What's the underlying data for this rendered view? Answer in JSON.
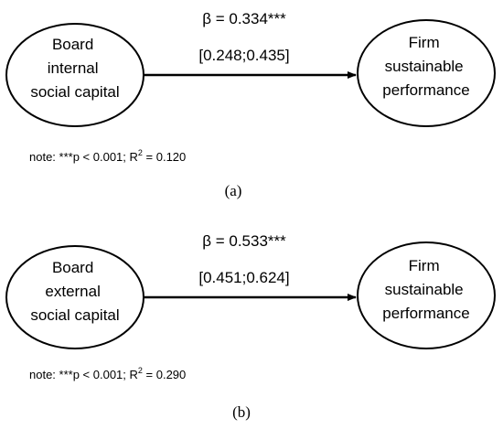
{
  "panels": [
    {
      "source_node": {
        "lines": [
          "Board",
          "internal",
          "social capital"
        ]
      },
      "target_node": {
        "lines": [
          "Firm",
          "sustainable",
          "performance"
        ]
      },
      "path": {
        "coefficient": "β = 0.334***",
        "interval": "[0.248;0.435]"
      },
      "note": {
        "prefix": "note: ***p < 0.001; R",
        "superscript": "2",
        "suffix": " = 0.120"
      },
      "caption": "(a)"
    },
    {
      "source_node": {
        "lines": [
          "Board",
          "external",
          "social capital"
        ]
      },
      "target_node": {
        "lines": [
          "Firm",
          "sustainable",
          "performance"
        ]
      },
      "path": {
        "coefficient": "β = 0.533***",
        "interval": "[0.451;0.624]"
      },
      "note": {
        "prefix": "note: ***p < 0.001; R",
        "superscript": "2",
        "suffix": " = 0.290"
      },
      "caption": "(b)"
    }
  ],
  "colors": {
    "stroke": "#000000",
    "text": "#000000",
    "background": "#ffffff"
  }
}
